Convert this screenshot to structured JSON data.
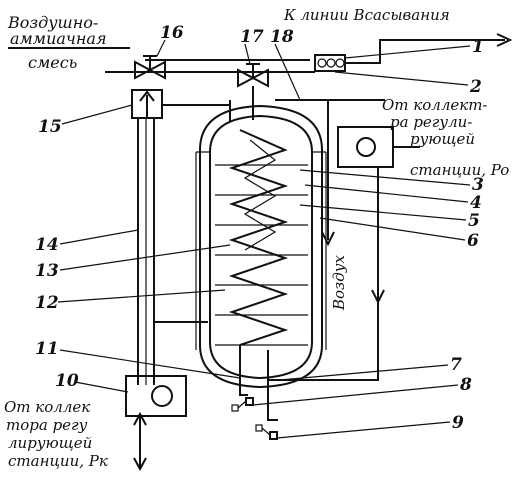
{
  "labels": {
    "air_ammonia": [
      "Воздушно-",
      "аммиачная",
      "смесь"
    ],
    "to_suction": "К линии Всасывания",
    "from_collector_top": [
      "От коллект-",
      "ра регули-",
      "рующей",
      "станции, Po"
    ],
    "from_collector_bottom": [
      "От коллек",
      "тора регу",
      "лирующей",
      "станции, Pк"
    ],
    "air": "Воздух"
  },
  "numbers": [
    "1",
    "2",
    "3",
    "4",
    "5",
    "6",
    "7",
    "8",
    "9",
    "10",
    "11",
    "12",
    "13",
    "14",
    "15",
    "16",
    "17",
    "18"
  ]
}
